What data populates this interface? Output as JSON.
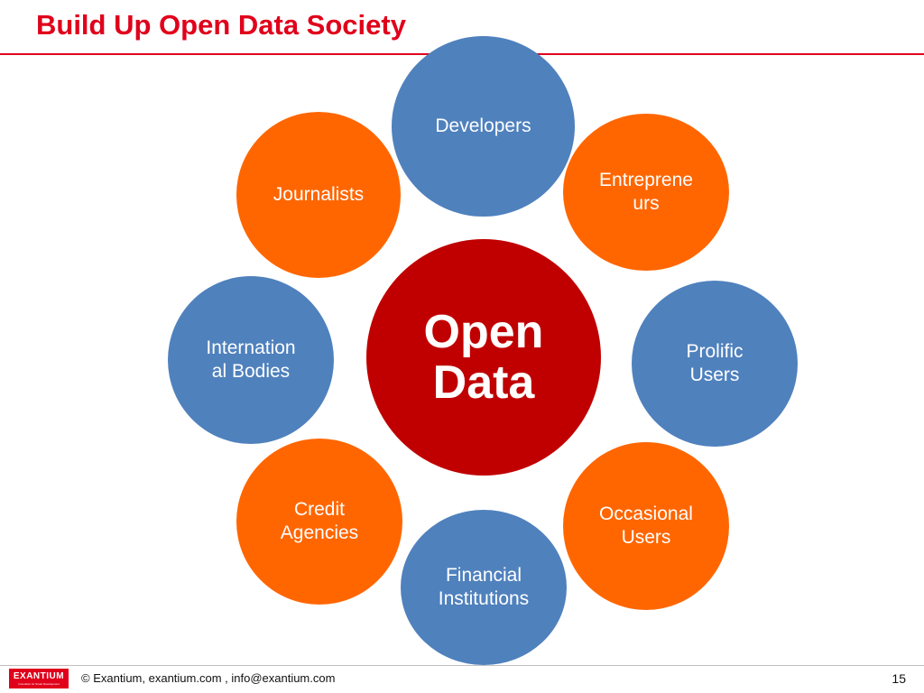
{
  "slide": {
    "title": "Build Up Open Data Society",
    "title_color": "#e0001b",
    "rule_color": "#e0001b",
    "footer_rule_color": "#bfbfbf"
  },
  "diagram": {
    "center": {
      "label": "Open\nData",
      "color": "#c00000"
    },
    "colors": {
      "blue": "#4f81bd",
      "orange": "#ff6600"
    },
    "nodes": [
      {
        "id": "developers",
        "label": "Developers",
        "color": "#4f81bd"
      },
      {
        "id": "entrepreneurs",
        "label": "Entreprene\nurs",
        "color": "#ff6600"
      },
      {
        "id": "prolific-users",
        "label": "Prolific\nUsers",
        "color": "#4f81bd"
      },
      {
        "id": "occasional-users",
        "label": "Occasional\nUsers",
        "color": "#ff6600"
      },
      {
        "id": "financial-institutions",
        "label": "Financial\nInstitutions",
        "color": "#4f81bd"
      },
      {
        "id": "credit-agencies",
        "label": "Credit\nAgencies",
        "color": "#ff6600"
      },
      {
        "id": "international-bodies",
        "label": "Internation\nal Bodies",
        "color": "#4f81bd"
      },
      {
        "id": "journalists",
        "label": "Journalists",
        "color": "#ff6600"
      }
    ]
  },
  "footer": {
    "logo_text": "EXANTIUM",
    "logo_tagline": "Innovation for Smart Development",
    "logo_color": "#e0001b",
    "text": "© Exantium, exantium.com , info@exantium.com",
    "page_number": "15"
  }
}
